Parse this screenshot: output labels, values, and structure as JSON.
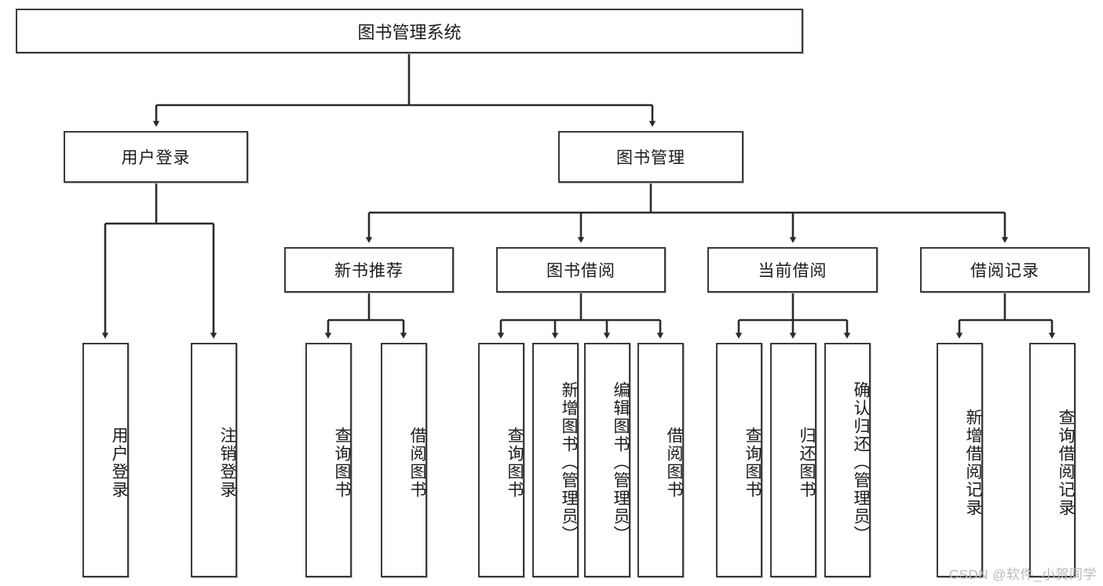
{
  "diagram": {
    "title": "图书管理系统",
    "type": "tree-hierarchy",
    "watermark": "CSDN @软件_小贺同学",
    "colors": {
      "box_border": "#3a3a3a",
      "box_fill": "#ffffff",
      "connector": "#2b2b2b",
      "text": "#1b1b1b",
      "watermark": "#b9b9b9"
    },
    "root": {
      "label": "图书管理系统"
    },
    "level2": [
      {
        "label": "用户登录"
      },
      {
        "label": "图书管理"
      }
    ],
    "level3": [
      {
        "label": "新书推荐"
      },
      {
        "label": "图书借阅"
      },
      {
        "label": "当前借阅"
      },
      {
        "label": "借阅记录"
      }
    ],
    "leaves": {
      "user_login": [
        {
          "label": "用户登录"
        },
        {
          "label": "注销登录"
        }
      ],
      "new_book_recommend": [
        {
          "label": "查询图书"
        },
        {
          "label": "借阅图书"
        }
      ],
      "book_borrow": [
        {
          "label": "查询图书"
        },
        {
          "label": "新增图书（管理员）"
        },
        {
          "label": "编辑图书（管理员）"
        },
        {
          "label": "借阅图书"
        }
      ],
      "current_borrow": [
        {
          "label": "查询图书"
        },
        {
          "label": "归还图书"
        },
        {
          "label": "确认归还（管理员）"
        }
      ],
      "borrow_record": [
        {
          "label": "新增借阅记录"
        },
        {
          "label": "查询借阅记录"
        }
      ]
    }
  }
}
